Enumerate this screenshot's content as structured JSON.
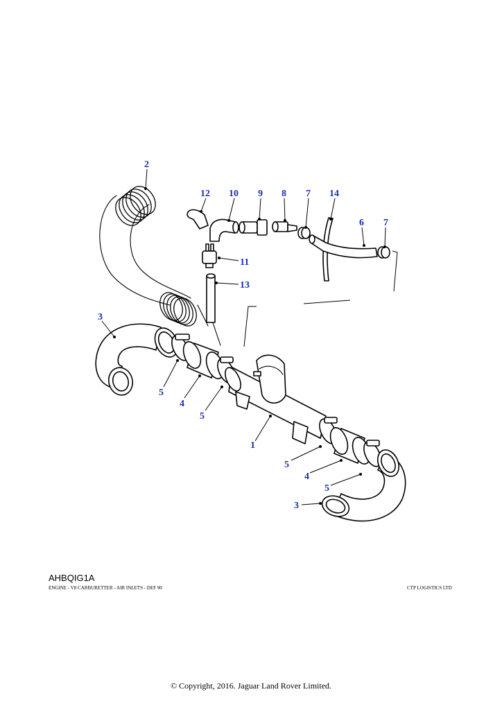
{
  "diagram": {
    "reference_code": "AHBQIG1A",
    "caption_left": "ENGINE - V8 CARBURETTER - AIR INLETS - DEF 90",
    "caption_right": "CTP LOGISTICS LTD",
    "copyright": "© Copyright, 2016. Jaguar Land Rover Limited.",
    "callout_color": "#1a2fb0",
    "callouts": {
      "c1": "1",
      "c2": "2",
      "c3a": "3",
      "c3b": "3",
      "c4a": "4",
      "c4b": "4",
      "c5a": "5",
      "c5b": "5",
      "c5c": "5",
      "c5d": "5",
      "c6": "6",
      "c7a": "7",
      "c7b": "7",
      "c8": "8",
      "c9": "9",
      "c10": "10",
      "c11": "11",
      "c12": "12",
      "c13": "13",
      "c14": "14"
    }
  }
}
